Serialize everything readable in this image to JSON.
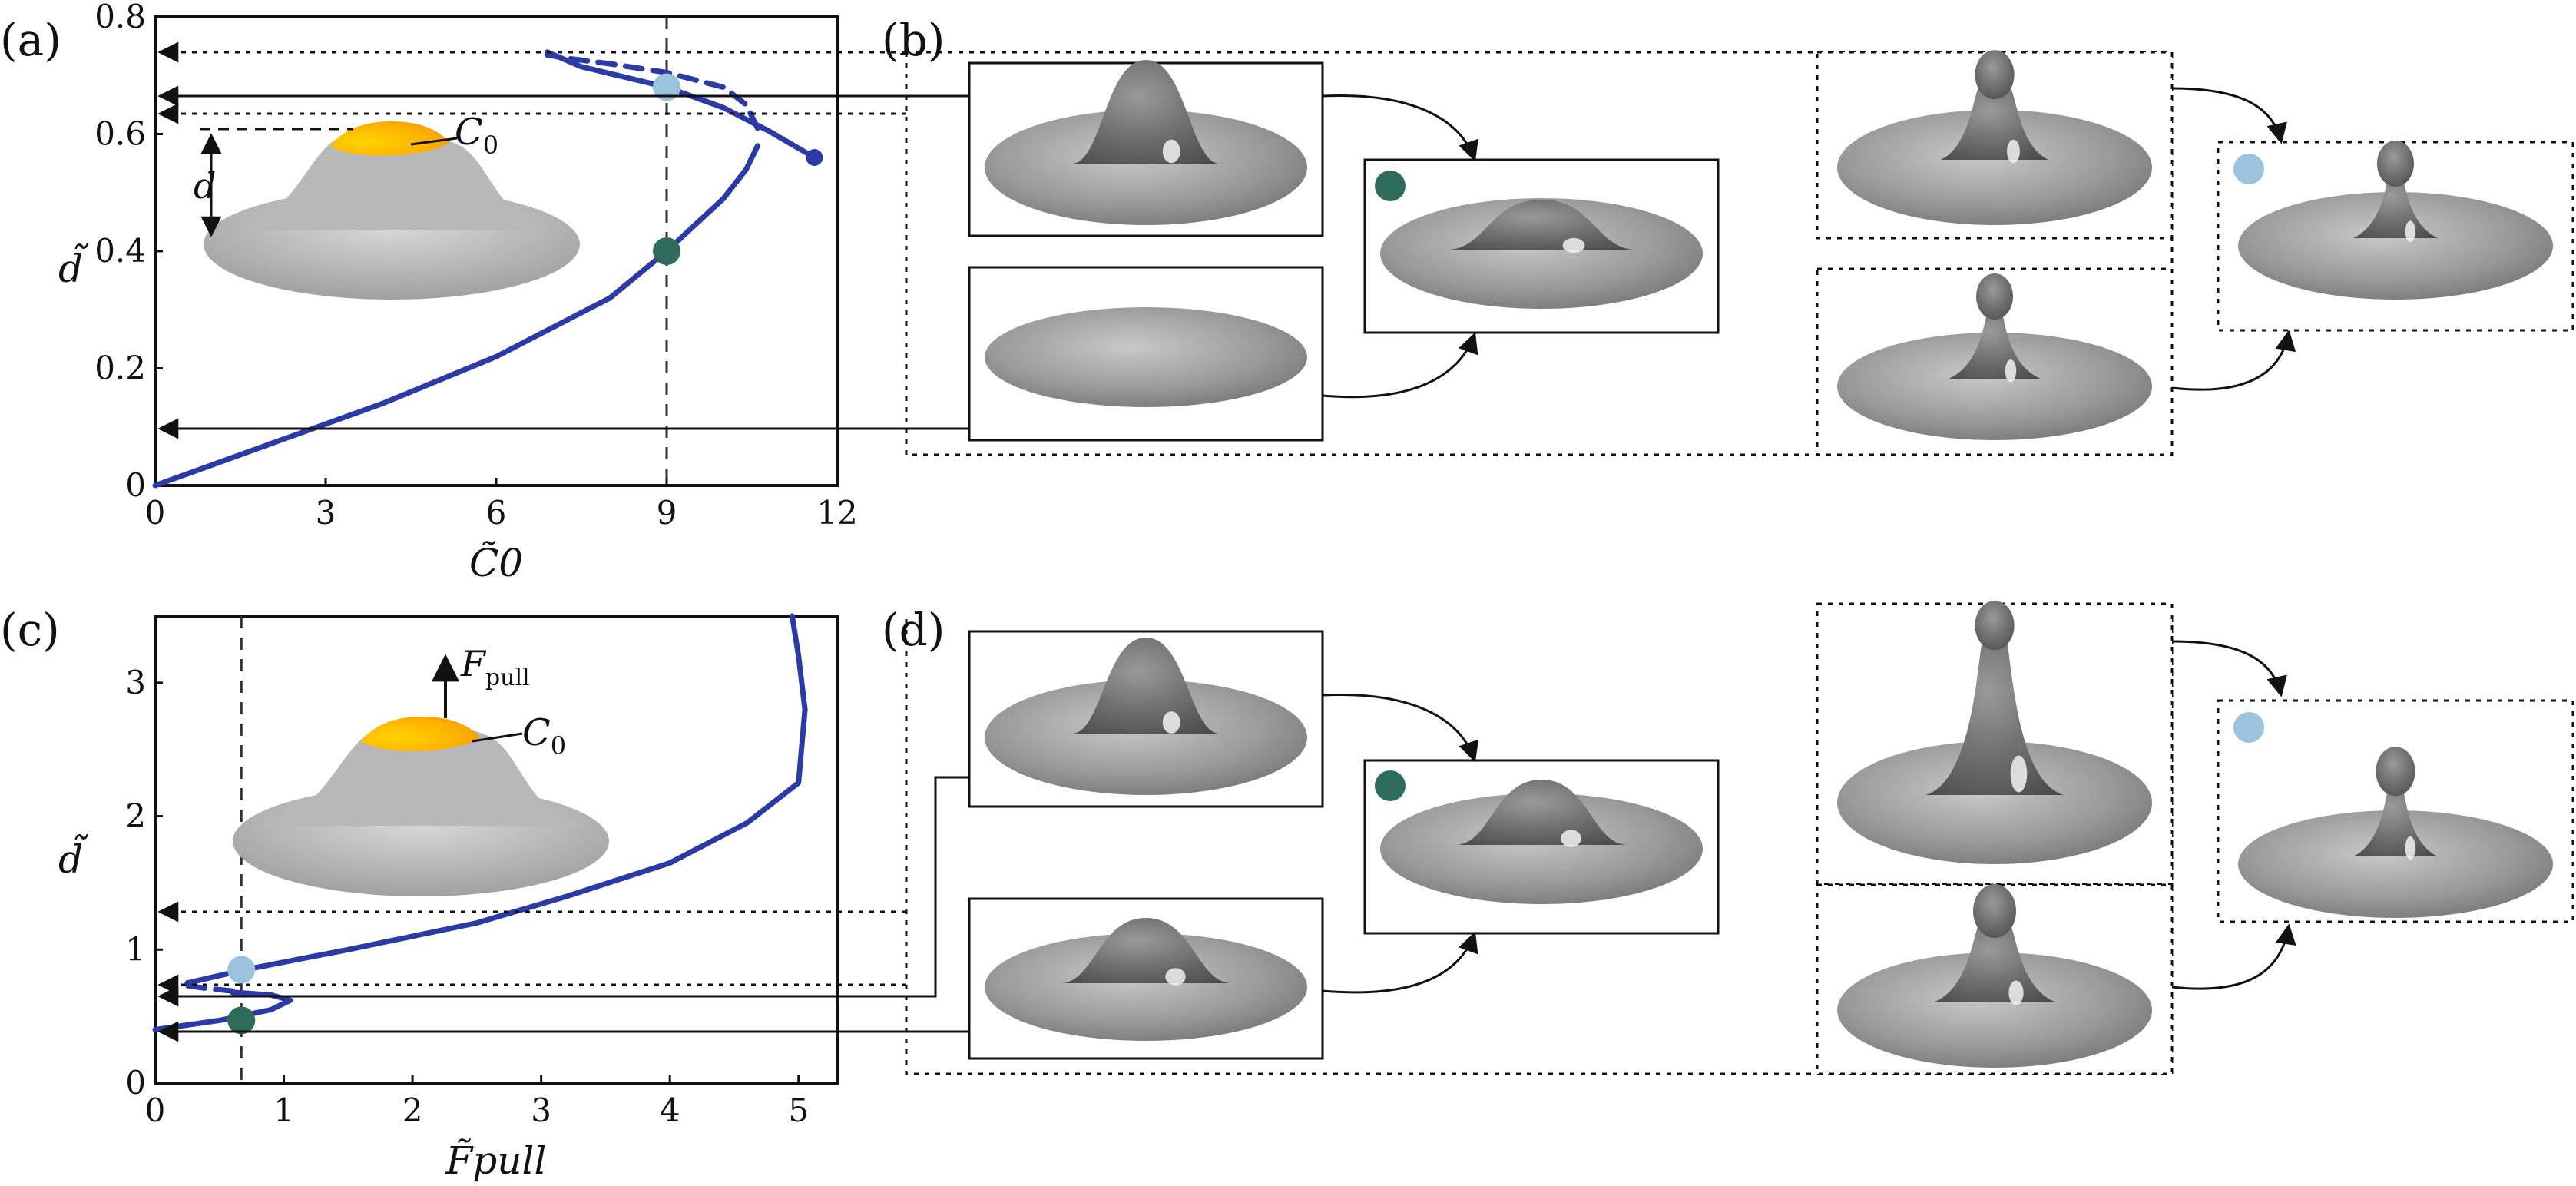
{
  "figure": {
    "panels": {
      "a": "(a)",
      "b": "(b)",
      "c": "(c)",
      "d": "(d)"
    },
    "inset_a": {
      "c0_label": "C",
      "c0_sub": "0",
      "d_label": "d"
    },
    "inset_c": {
      "c0_label": "C",
      "c0_sub": "0",
      "f_label": "F",
      "f_sub": "pull"
    }
  },
  "colors": {
    "curve": "#2b3aa5",
    "dark_green": "#2f6b5a",
    "light_blue": "#9cc3de",
    "shape_gray": "#8a8a8a",
    "cap_yellow": "#ffcc00"
  },
  "chart_data": [
    {
      "type": "line",
      "panel": "a",
      "xlabel": "C̃0",
      "ylabel": "d̃",
      "xlim": [
        0,
        12
      ],
      "ylim": [
        0,
        0.8
      ],
      "xticks": [
        "0",
        "3",
        "6",
        "9",
        "12"
      ],
      "yticks": [
        "0",
        "0.2",
        "0.4",
        "0.6",
        "0.8"
      ],
      "series": [
        {
          "style": "solid",
          "x": [
            0,
            2,
            4,
            6,
            8,
            9,
            10,
            10.4,
            10.6
          ],
          "y": [
            0,
            0.07,
            0.14,
            0.22,
            0.32,
            0.4,
            0.49,
            0.54,
            0.58
          ]
        },
        {
          "style": "dashed",
          "x": [
            10.6,
            10.4,
            10,
            9,
            8,
            7.2,
            6.9
          ],
          "y": [
            0.61,
            0.65,
            0.68,
            0.705,
            0.72,
            0.73,
            0.735
          ]
        },
        {
          "style": "solid",
          "x": [
            6.9,
            7.5,
            9,
            10,
            10.8,
            11.6
          ],
          "y": [
            0.74,
            0.715,
            0.68,
            0.645,
            0.605,
            0.56
          ]
        }
      ],
      "markers": [
        {
          "x": 11.6,
          "y": 0.56,
          "color": "curve"
        },
        {
          "x": 9,
          "y": 0.68,
          "color": "light_blue"
        },
        {
          "x": 9,
          "y": 0.4,
          "color": "dark_green"
        }
      ],
      "vline_x": 9
    },
    {
      "type": "line",
      "panel": "c",
      "xlabel": "F̃pull",
      "ylabel": "d̃",
      "xlim": [
        0,
        5.3
      ],
      "ylim": [
        0,
        3.5
      ],
      "xticks": [
        "0",
        "1",
        "2",
        "3",
        "4",
        "5"
      ],
      "yticks": [
        "0",
        "1",
        "2",
        "3"
      ],
      "series": [
        {
          "style": "solid",
          "x": [
            0,
            0.5,
            0.9,
            1.05,
            0.9,
            0.6
          ],
          "y": [
            0.4,
            0.47,
            0.55,
            0.62,
            0.66,
            0.68
          ]
        },
        {
          "style": "dashed",
          "x": [
            0.6,
            0.4,
            0.25
          ],
          "y": [
            0.69,
            0.71,
            0.73
          ]
        },
        {
          "style": "solid",
          "x": [
            0.25,
            0.7,
            1.5,
            2.5,
            3.2,
            4,
            4.6,
            5.0,
            5.05,
            5.0,
            4.95
          ],
          "y": [
            0.75,
            0.85,
            1.0,
            1.2,
            1.4,
            1.65,
            1.95,
            2.25,
            2.8,
            3.2,
            3.5
          ]
        }
      ],
      "markers": [
        {
          "x": 0.67,
          "y": 0.85,
          "color": "light_blue"
        },
        {
          "x": 0.67,
          "y": 0.47,
          "color": "dark_green"
        }
      ],
      "vline_x": 0.67
    }
  ]
}
